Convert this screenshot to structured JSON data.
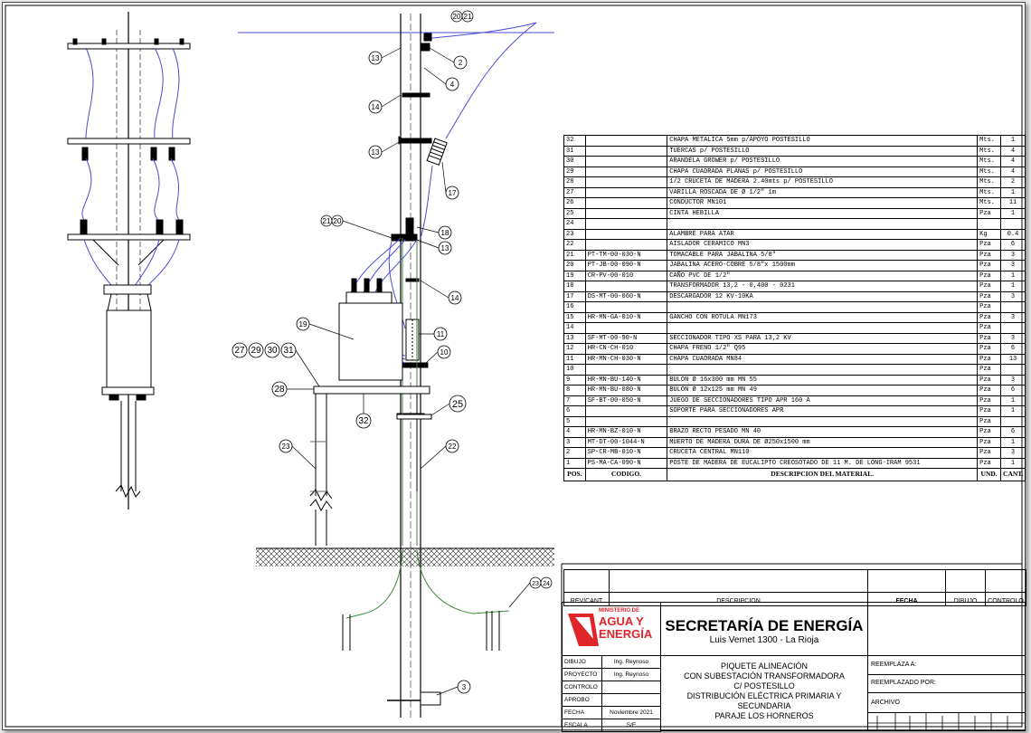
{
  "materials": {
    "rows": [
      {
        "pos": "32",
        "code": "",
        "desc": "CHAPA METALICA 5mm p/APOYO POSTESILLO",
        "unit": "Mts.",
        "qty": "1"
      },
      {
        "pos": "31",
        "code": "",
        "desc": "TUERCAS p/ POSTESILLO",
        "unit": "Mts.",
        "qty": "4"
      },
      {
        "pos": "30",
        "code": "",
        "desc": "ARANDELA GROWER p/ POSTESILLO",
        "unit": "Mts.",
        "qty": "4"
      },
      {
        "pos": "29",
        "code": "",
        "desc": "CHAPA CUADRADA PLANAS p/ POSTESILLO",
        "unit": "Mts.",
        "qty": "4"
      },
      {
        "pos": "28",
        "code": "",
        "desc": "1/2 CRUCETA DE MADERA 2.40mts p/ POSTESILLO",
        "unit": "Mts.",
        "qty": "2"
      },
      {
        "pos": "27",
        "code": "",
        "desc": "VARILLA ROSCADA DE Ø 1/2\" 1m",
        "unit": "Mts.",
        "qty": "1"
      },
      {
        "pos": "26",
        "code": "",
        "desc": "CONDUCTOR MN101",
        "unit": "Mts.",
        "qty": "11"
      },
      {
        "pos": "25",
        "code": "",
        "desc": "CINTA HEBILLA",
        "unit": "Pza",
        "qty": "1"
      },
      {
        "pos": "24",
        "code": "",
        "desc": "",
        "unit": "",
        "qty": ""
      },
      {
        "pos": "23",
        "code": "",
        "desc": "ALAMBRE PARA ATAR",
        "unit": "Kg",
        "qty": "0.4"
      },
      {
        "pos": "22",
        "code": "",
        "desc": "AISLADOR CERAMICO MN3",
        "unit": "Pza",
        "qty": "6"
      },
      {
        "pos": "21",
        "code": "PT-TM-00-030-N",
        "desc": "TOMACABLE PARA JABALINA 5/8\"",
        "unit": "Pza",
        "qty": "3"
      },
      {
        "pos": "20",
        "code": "PT-JB-00-090-N",
        "desc": "JABALINA ACERO-COBRE 5/8\"x 1500mm",
        "unit": "Pza",
        "qty": "3"
      },
      {
        "pos": "19",
        "code": "CR-PV-00-010",
        "desc": "CAÑO PVC DE 1/2\"",
        "unit": "Pza",
        "qty": "1"
      },
      {
        "pos": "18",
        "code": "",
        "desc": "TRANSFORMADOR 13,2 - 0,400 - 0231",
        "unit": "Pza",
        "qty": "1"
      },
      {
        "pos": "17",
        "code": "DS-MT-00-060-N",
        "desc": "DESCARGADOR 12 KV-10KA",
        "unit": "Pza",
        "qty": "3"
      },
      {
        "pos": "16",
        "code": "",
        "desc": "",
        "unit": "Pza",
        "qty": ""
      },
      {
        "pos": "15",
        "code": "HR-MN-GA-010-N",
        "desc": "GANCHO CON ROTULA MN173",
        "unit": "Pza",
        "qty": "3"
      },
      {
        "pos": "14",
        "code": "",
        "desc": "",
        "unit": "Pza",
        "qty": ""
      },
      {
        "pos": "13",
        "code": "SF-MT-00-90-N",
        "desc": "SECCIONADOR TIPO XS PARA 13,2 KV",
        "unit": "Pza",
        "qty": "3"
      },
      {
        "pos": "12",
        "code": "HR-CN-CH-010",
        "desc": "CHAPA FRENO 1/2\" Q95",
        "unit": "Pza",
        "qty": "6"
      },
      {
        "pos": "11",
        "code": "HR-MN-CH-030-N",
        "desc": "CHAPA CUADRADA MN84",
        "unit": "Pza",
        "qty": "13"
      },
      {
        "pos": "10",
        "code": "",
        "desc": "",
        "unit": "Pza",
        "qty": ""
      },
      {
        "pos": "9",
        "code": "HR-MN-BU-140-N",
        "desc": "BULON Ø 16x300 mm MN 55",
        "unit": "Pza",
        "qty": "3"
      },
      {
        "pos": "8",
        "code": "HR-MN-BU-080-N",
        "desc": "BULON Ø 12x125 mm MN 49",
        "unit": "Pza",
        "qty": "6"
      },
      {
        "pos": "7",
        "code": "SF-BT-00-050-N",
        "desc": "JUEGO DE SECCIONADORES TIPO APR 160 A",
        "unit": "Pza",
        "qty": "1"
      },
      {
        "pos": "6",
        "code": "",
        "desc": "SOPORTE PARA SECCIONADORES APR",
        "unit": "Pza",
        "qty": "1"
      },
      {
        "pos": "5",
        "code": "",
        "desc": "",
        "unit": "Pza",
        "qty": ""
      },
      {
        "pos": "4",
        "code": "HR-MN-BZ-010-N",
        "desc": "BRAZO RECTO PESADO MN 40",
        "unit": "Pza",
        "qty": "6"
      },
      {
        "pos": "3",
        "code": "MT-DT-00-1044-N",
        "desc": "MUERTO DE MADERA DURA DE Ø250x1500 mm",
        "unit": "Pza",
        "qty": "1"
      },
      {
        "pos": "2",
        "code": "SP-CR-MB-010-N",
        "desc": "CRUCETA CENTRAL MN110",
        "unit": "Pza",
        "qty": "3"
      },
      {
        "pos": "1",
        "code": "PS-MA-CA-090-N",
        "desc": "POSTE DE MADERA DE EUCALIPTO CREOSOTADO DE 11 M. DE LONG-IRAM 9531",
        "unit": "Pza",
        "qty": "1"
      }
    ],
    "header": {
      "pos": "POS.",
      "code": "CODIGO.",
      "desc": "DESCRIPCION DEL MATERIAL.",
      "unit": "UND.",
      "qty": "CANT."
    }
  },
  "revision": {
    "rev": "REV/CANT",
    "desc": "DESCRIPCION",
    "fecha": "FECHA",
    "dibujo": "DIBUJO",
    "control": "CONTROLO"
  },
  "logo": {
    "line1": "MINISTERIO DE",
    "line2": "AGUA Y",
    "line3": "ENERGÍA",
    "color": "#e0252b"
  },
  "org": {
    "title": "SECRETARÍA DE ENERGÍA",
    "address": "Luis Vernet 1300 - La Rioja"
  },
  "signatures": [
    {
      "role": "DIBUJO",
      "name": "Ing. Reynoso"
    },
    {
      "role": "PROYECTO",
      "name": "Ing. Reynoso"
    },
    {
      "role": "CONTROLO",
      "name": ""
    },
    {
      "role": "APROBO",
      "name": ""
    },
    {
      "role": "FECHA",
      "name": "Noviembre 2021"
    },
    {
      "role": "ESCALA",
      "name": "S/E"
    }
  ],
  "project": {
    "line1": "PIQUETE ALINEACIÓN",
    "line2": "CON SUBESTACIÓN TRANSFORMADORA",
    "line3": "C/ POSTESILLO",
    "line4": "DISTRIBUCIÓN ELÉCTRICA PRIMARIA Y",
    "line5": "SECUNDARIA",
    "line6": "PARAJE LOS HORNEROS"
  },
  "replace": {
    "reemplaza": "REEMPLAZA A:",
    "reemplazado": "REEMPLAZADO POR:",
    "archivo": "ARCHIVO"
  },
  "callouts": {
    "c2021": "20",
    "c21b": "21",
    "c13a": "13",
    "c2": "2",
    "c4": "4",
    "c14a": "14",
    "c13b": "13",
    "c17": "17",
    "c2120a": "21",
    "c2120b": "20",
    "c18": "18",
    "c13c": "13",
    "c14b": "14",
    "c19": "19",
    "c11": "11",
    "c10": "10",
    "c27": "27",
    "c29": "29",
    "c30": "30",
    "c31": "31",
    "c28": "28",
    "c25": "25",
    "c32": "32",
    "c23": "23",
    "c22": "22",
    "c2324a": "23",
    "c2324b": "24",
    "c3": "3"
  }
}
